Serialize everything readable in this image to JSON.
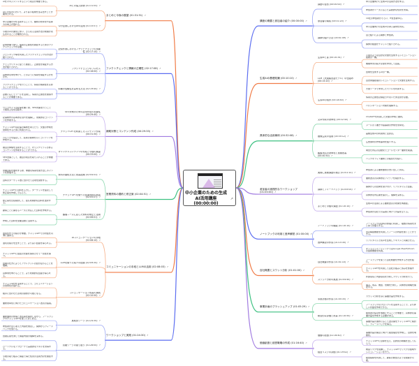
{
  "root": {
    "title_line1": "中小企業のための生成",
    "title_line2": "AI活用講座 (00:00:00)",
    "ext_icon": "external-link-icon"
  },
  "link_icon_glyph": "↗",
  "colors": {
    "orange": "#f07a45",
    "blue": "#5a6cf0",
    "purple": "#a07ae0",
    "green": "#3cc080",
    "light_orange": "#f6b089",
    "light_blue": "#9aa6f4",
    "light_purple": "#c6b0ee",
    "light_green": "#8ed8b0"
  },
  "branches_right": [
    {
      "label": "講座の概要と参加者の紹介 (00:00:00)",
      "color": "blue",
      "children": [
        {
          "label": "講座の目的 (00:00:00)",
          "leaves": [
            "中小企業向けに生成AIの活用方法を学ぶ。",
            "参加者がニーズに応じた実践的な知見を習得。"
          ]
        },
        {
          "label": "参加者の構成 (00:01:20)",
          "leaves": [
            "10社の参加者がそろい、IT担当者中心。",
            "中小企業向けの生成AIの導入事例を共有。"
          ]
        },
        {
          "label": "講師の紹介方法 (00:01:49)",
          "leaves": [
            "自己紹介による講師と参加者。",
            "講師の経歴がチャットで紹介される。"
          ]
        }
      ]
    },
    {
      "label": "生成AIの基礎知識 (00:10:10)",
      "color": "orange",
      "children": [
        {
          "label": "生成AIとは (00:10:34)",
          "leaves": [
            "人間のような自然な文章を生成するシミュレーション技術の一種。",
            "機械学習の膨大な量を学習して回答。"
          ]
        },
        {
          "label": "LLM（大規模言語モデル）の仕組み (00:15:20)",
          "leaves": [
            "質問を生成するAIの一種。",
            "自然言語処理のシミュレーションで文章を生成する。",
            "大量データで学習したモデルを利用する。"
          ]
        },
        {
          "label": "生成AIの限界 (00:18:40)",
          "leaves": [
            "情報の正確性は保証されないため注意が必要。",
            "ハルシネーション対策を理解する。"
          ]
        }
      ]
    },
    {
      "label": "具体的な活用事例 (00:32:08)",
      "color": "green",
      "children": [
        {
          "label": "文章作成の効率化 (00:32:40)",
          "leaves": [
            "ChatGPTを利用した文章の作成と要約。",
            "メールの下書きや議事録の作成を効率化。"
          ]
        },
        {
          "label": "画像生成の活用 (00:35:12)",
          "leaves": [
            "画像生成AIの利用例と注意点。",
            "広告素材の作成事例を紹介する。"
          ]
        },
        {
          "label": "顧客対応の効率化と業務改善 (00:40:50)",
          "leaves": [
            "問合せ対応の自動化でコールセンター業務を削減。",
            "バックオフィス業務との組合せを紹介。"
          ]
        }
      ]
    },
    {
      "label": "参加者の実践的なワークショップ (01:00:00)",
      "color": "purple",
      "children": [
        {
          "label": "実際に業務課題の検討 (01:01:10)",
          "leaves": [
            "参加者による業務課題の洗い出しと共有。",
            "業務改善の具体的なアイデアを検討する。"
          ]
        },
        {
          "label": "講師とフィードバック (01:05:00)",
          "leaves": [
            "講師からの質問を受け付け、リアルタイムで回答。",
            "具体的な対応策を提示し、理解を深める。"
          ]
        },
        {
          "label": "まとめと今後の課題 (01:10:10)",
          "leaves": [
            "生成AIの活用による業務改善の効果を再確認。",
            "参加者が自社での実践に向けて計画を立てる。"
          ]
        }
      ]
    },
    {
      "label": "ノートブックの利用と音声解説 (01:00:00)",
      "color": "blue",
      "children": [
        {
          "label": "ノートブックの機能 (01:10:10)",
          "leaves": [
            "ノートブックは資料の整理に利用し、複数の情報をまとめて管理できる。",
            "音声解説機能を利用してノートの内容を聞くことができる。"
          ]
        },
        {
          "label": "音声解説の作成 (01:15:30)",
          "leaves": [
            "リアルタイムで音声を生成しテキストと同期させる。",
            "オンラインミーティングではGoogle MeetやZoomの連携機能を利用。"
          ]
        }
      ]
    },
    {
      "label": "自社概要とスワット分析 (01:01:00)",
      "color": "orange",
      "children": [
        {
          "label": "自社概要の作成 (01:01:10)",
          "leaves": [
            "ノートブックを使って自社概要を作成する方法を紹介。",
            "チャットGPTを利用して自社の強みと弱みを整理する。"
          ]
        },
        {
          "label": "スワット分析の実施 (01:04:40)",
          "leaves": [
            "外部環境と内部環境を分析しスワット分析を行う。",
            "強み、弱み、機会、脅威を分析し、具体的な戦略を策定する。"
          ]
        }
      ]
    },
    {
      "label": "事業計画のブラッシュアップ (01:05:29)",
      "color": "green",
      "children": [
        {
          "label": "事業計画の作成 (01:05:35)",
          "leaves": [
            "スワット分析を基に事業計画を作成する。",
            "ノートブックのプロンプトを活用することで、より詳しい計画を作成できる。"
          ]
        },
        {
          "label": "総合的な評価と改善 (01:10:50)",
          "leaves": [
            "経営者の役割を明確にすることが重要で、具体的な事業計画を作成する必要がある。",
            "事業計画の進捗に応じて改善策をチャットGPTと検討し、フィードバックを得る。"
          ]
        }
      ]
    },
    {
      "label": "価値創造と経営戦略の作成 (01:16:40)",
      "color": "purple",
      "children": [
        {
          "label": "価値の創造 (01:16:40)",
          "leaves": [
            "事業計画の策定に向けて経営理念を作成し、目的を明確化。",
            "チャットGPTに目標を伝え、目的別の戦略を出してもらう。"
          ]
        },
        {
          "label": "経営リスクの評価 (01:19:02)",
          "leaves": [
            "制度リスクを把握し、チャットGPTでリスクの説明やシミュレーションを行う。",
            "経営指標を利用して、顧客の属性のような観察が可能。"
          ]
        }
      ]
    }
  ],
  "branches_left": [
    {
      "label": "まとめと今後の展望 (01:31:51)",
      "color": "orange",
      "children": [
        {
          "label": "AIとの協力関係 (01:31:55)",
          "leaves": [
            "AIをマネジメントするという視点が重要である。",
            "AIとの協力において、より良い結果を生み出すことが期待される。"
          ]
        },
        {
          "label": "中小企業におけるAIの活用 (01:33:57)",
          "leaves": [
            "中小企業がAIを活用することで、業務の効率化や競争力の向上が図れる。",
            "今後のAIの進化に伴い、さらなる活用方法の発展が見込まれることが期待される。"
          ]
        }
      ]
    },
    {
      "label": "ファクトチェックと情報の正確性 (02:17:08)",
      "color": "blue",
      "children": [
        {
          "label": "記憶作業におけるファクトチェックの重要性 (02:17:10)",
          "leaves": [
            "記憶作業で誤り、情報の正確性を確認するためのファクトチェックが必要。",
            "ジェシマック等を利用したファクトチェックの方法が紹介された。"
          ]
        },
        {
          "label": "ファクトチェックのプロセス (02:18:00)",
          "leaves": [
            "チェックリストに従って確認し、正確性を検証する方法が紹介された。",
            "具体的な例を挙げて、どのように情報を検証するかを示す。"
          ]
        },
        {
          "label": "情報の信頼性を高める方法 (02:19:40)",
          "leaves": [
            "ファクトチェックを行うことで、情報の信頼性を高めることができる。",
            "必要に応じてツールを活用し、情報の正確性を確保することが重要である。"
          ]
        }
      ]
    },
    {
      "label": "補助対策とコンテンツ作成 (00:29:33)",
      "color": "purple",
      "children": [
        {
          "label": "SEO対策のための記事作成の重要性 (00:29:40)",
          "leaves": [
            "ウェブサイトの記事を書く際、SEO対策を行うことで検索上位を目指す。",
            "記事制作の基本的な流れを理解し、効果的なコンテンツを作成する。"
          ]
        },
        {
          "label": "チャットGPTを利用したコンテンツ作成 (00:31:30)",
          "leaves": [
            "チャットGPTは記事の構成を考えたり、文章の作成を効率化するために利用される。",
            "ペルソナを設定して、読者の興味を引くコンテンツを作成する。"
          ]
        },
        {
          "label": "オリジナルコンテンツの作成と今後の展望 (00:33:00)",
          "leaves": [
            "独自の体験を活用することで、オリジナリティのあるコンテンツを作成することができる。",
            "SEO対策として、独自の視点を取り入れることが重要である。"
          ]
        }
      ]
    },
    {
      "label": "営業資料の要約と修正案 (02:04:51)",
      "color": "green",
      "children": [
        {
          "label": "資料の要約方法と改善提案 (02:04:53)",
          "leaves": [
            "営業資料を要約する際、重要な情報を抜き出しポイントを整理する。",
            "資料のターゲット層に合わせて表現を調整する。"
          ]
        },
        {
          "label": "チャットGPTを使った営業資料の改善 (02:05:07)",
          "leaves": [
            "チャットGPTに資料を入力し、ターゲットを設定して修正案を作成してもらう。",
            "修正案を比較検討して、最も効果的な資料を選択する。"
          ]
        },
        {
          "label": "顧客ニーズに応じた資料の修正と活用 (02:06:01)",
          "leaves": [
            "顧客ごとに異なるニーズに対応した資料を作成する。",
            "作成した資料を営業活動に活用する。"
          ]
        }
      ]
    },
    {
      "label": "コミュニケーションの手段とLLMの活用 (02:08:03)",
      "color": "orange",
      "children": [
        {
          "label": "AIコミュニケーションの手段 (02:08:10)",
          "leaves": [
            "会話形式での指示が重要。チャットGPTでの対話を円滑に進める。",
            "適切な指示を出すことで、より良い回答を得られる。"
          ]
        },
        {
          "label": "LLMを使った成人の配慮 (02:09:30)",
          "leaves": [
            "チャットGPTに会話の文脈を保持させて一貫性を保つ。",
            "質問の仕方によってアウトプットの質が変わることを理解。",
            "具体例を挙げることで、より効果的な回答が得られる。"
          ]
        },
        {
          "label": "コミュニケーション改善の実践 (02:10:50)",
          "leaves": [
            "チャットGPTを活用することで、コミュニケーションの効率化が図れる。",
            "相手に合わせた表現の調整が可能になる。",
            "業務効率化に向けたコミュニケーション改善の提案。"
          ]
        }
      ]
    },
    {
      "label": "ワークショップと実践 (01:24:30)",
      "color": "blue",
      "children": [
        {
          "label": "実践的ワーク (01:24:30)",
          "leaves": [
            "業務課題の整理と改善案を検討しながら、ノートブックやチャットGPTを使ってまとめる。",
            "参加者が自ら考えた内容を発表し、講師からフィードバックを受ける。"
          ]
        },
        {
          "label": "質疑ワークの振り返り (01:28:00)",
          "leaves": [
            "質疑応答を通じて講座内容の理解を深める。",
            "パーソナルなアプローチで実践的なスキルを習得する。",
            "今後の取り組みと講座で得た知見の活用方針を確認する。"
          ]
        }
      ]
    }
  ]
}
